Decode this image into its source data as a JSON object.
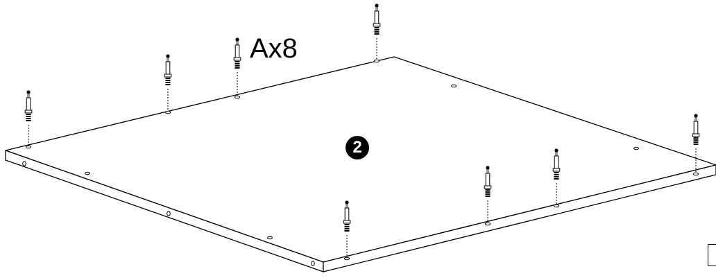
{
  "diagram": {
    "part_label": "Ax8",
    "step_number": "2",
    "fastener_count": 8
  },
  "colors": {
    "line": "#000000",
    "background": "#ffffff"
  }
}
